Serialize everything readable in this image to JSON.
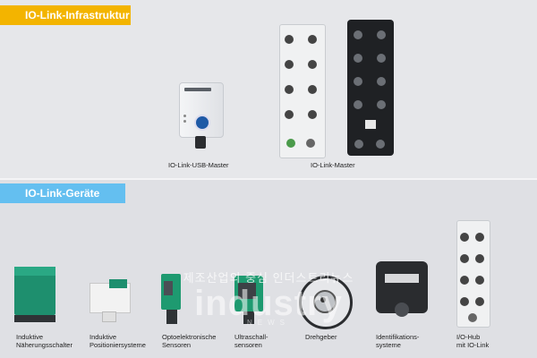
{
  "sections": {
    "infrastructure": {
      "title": "IO-Link-Infrastruktur",
      "color": "#f3b400"
    },
    "devices": {
      "title": "IO-Link-Geräte",
      "color": "#64bff0"
    }
  },
  "infrastructure_items": [
    {
      "label": "IO-Link-USB-Master"
    },
    {
      "label": "IO-Link-Master"
    }
  ],
  "device_items": [
    {
      "label": "Induktive\nNäherungsschalter"
    },
    {
      "label": "Induktive\nPositioniersysteme"
    },
    {
      "label": "Optoelektronische\nSensoren"
    },
    {
      "label": "Ultraschall-\nsensoren"
    },
    {
      "label": "Drehgeber"
    },
    {
      "label": "Identifikations-\nsysteme"
    },
    {
      "label": "I/O-Hub\nmit IO-Link"
    }
  ],
  "watermark": {
    "korean": "제조산업의 중심 인더스트리뉴스",
    "brand": "industry",
    "sub": "NEWS"
  }
}
